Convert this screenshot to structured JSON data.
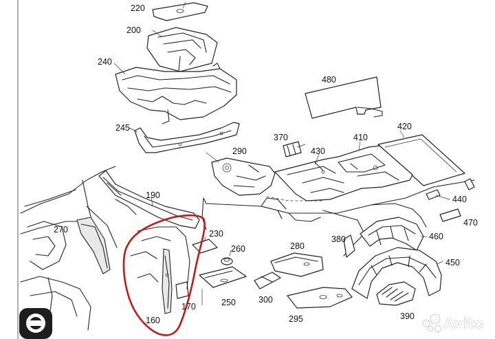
{
  "part_labels": {
    "p220": "220",
    "p200": "200",
    "p240": "240",
    "p245": "245",
    "p480": "480",
    "p370": "370",
    "p410": "410",
    "p420": "420",
    "p290": "290",
    "p430": "430",
    "p190": "190",
    "p270": "270",
    "p230": "230",
    "p260": "260",
    "p280": "280",
    "p380": "380",
    "p440": "440",
    "p470": "470",
    "p460": "460",
    "p450": "450",
    "p160": "160",
    "p170": "170",
    "p250": "250",
    "p300": "300",
    "p295": "295",
    "p390": "390"
  },
  "watermark": {
    "brand": "Avito",
    "icon": "avito-logo-icon"
  },
  "annotation": {
    "color": "#c21818",
    "shape": "hand-drawn-outline",
    "marks_part": "160"
  },
  "logo_icon": "app-logo-icon"
}
